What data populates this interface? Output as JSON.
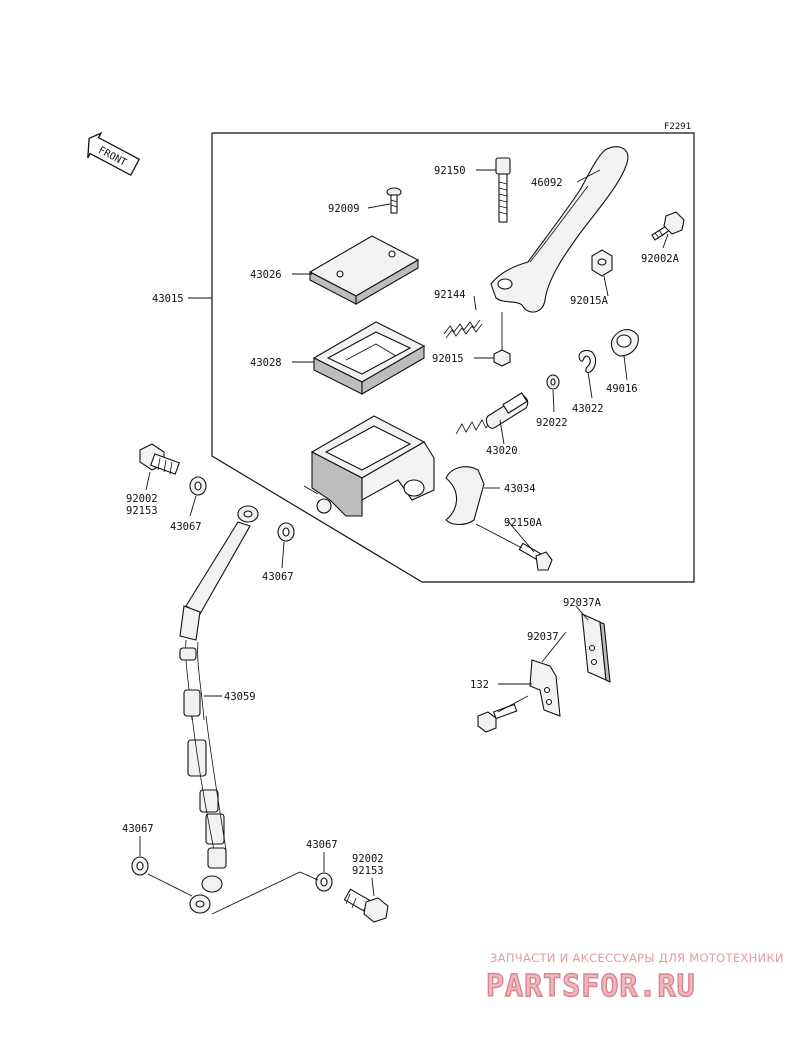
{
  "figure_ref": "F2291",
  "front_label": "FRONT",
  "watermark": {
    "tagline": "ЗАПЧАСТИ И АКСЕССУАРЫ ДЛЯ МОТОТЕХНИКИ",
    "brand": "PARTSFOR.RU"
  },
  "parts": {
    "p92150": "92150",
    "p46092": "46092",
    "p92009": "92009",
    "p92002A": "92002A",
    "p43026": "43026",
    "p43015": "43015",
    "p92144": "92144",
    "p92015A": "92015A",
    "p43028": "43028",
    "p92015": "92015",
    "p49016": "49016",
    "p43022": "43022",
    "p92022": "92022",
    "p43020": "43020",
    "p43034": "43034",
    "p92150A": "92150A",
    "p92002_left": "92002",
    "p92153_left": "92153",
    "p43067_a": "43067",
    "p43067_b": "43067",
    "p92037A": "92037A",
    "p92037": "92037",
    "p132": "132",
    "p43059": "43059",
    "p43067_c": "43067",
    "p43067_d": "43067",
    "p92002_right": "92002",
    "p92153_right": "92153"
  }
}
